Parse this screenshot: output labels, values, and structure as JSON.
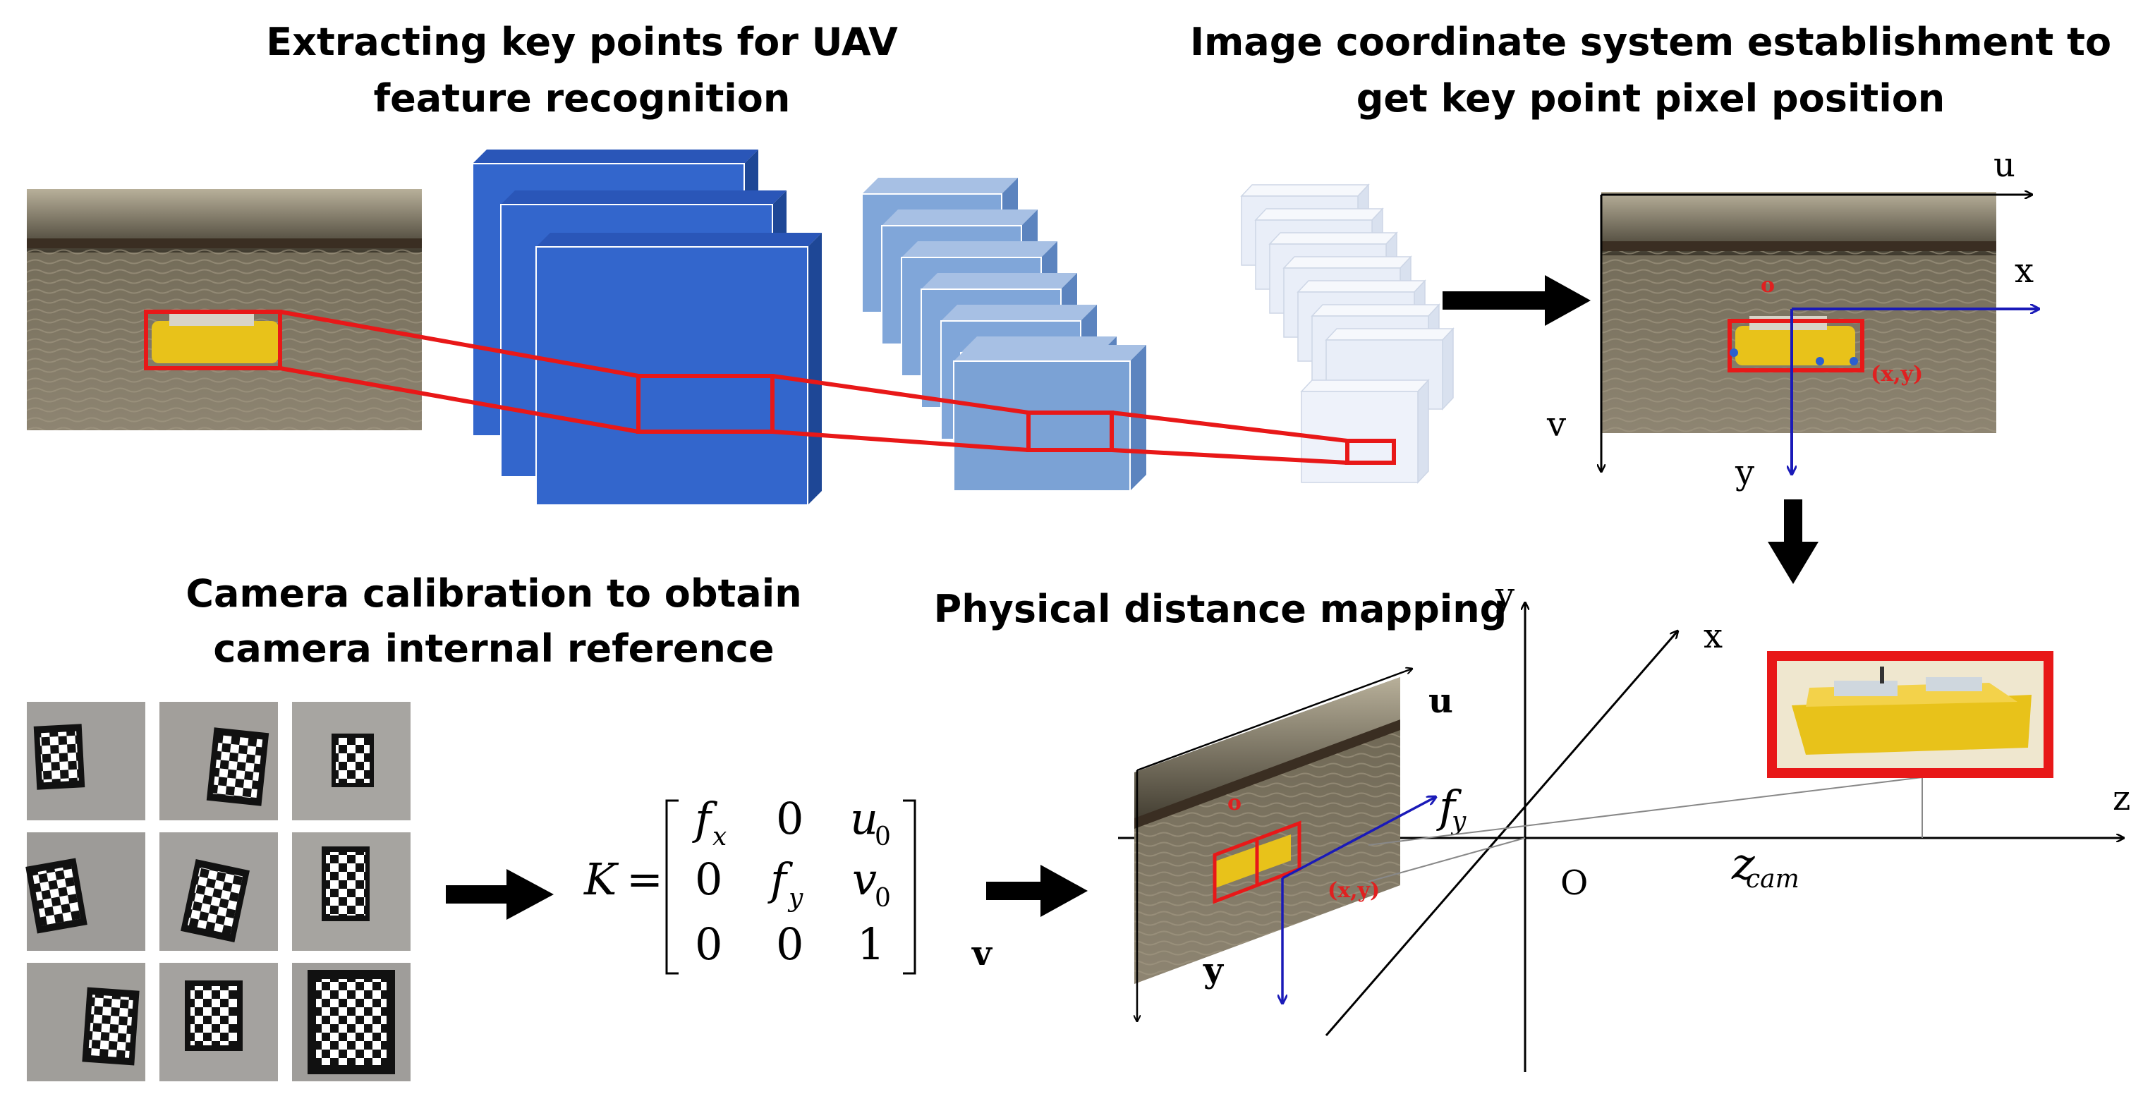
{
  "titles": {
    "extract_line1": "Extracting key points for UAV",
    "extract_line2": "feature recognition",
    "coord_line1": "Image coordinate system establishment to",
    "coord_line2": "get key point pixel position",
    "calib_line1": "Camera calibration to obtain",
    "calib_line2": "camera internal reference",
    "mapping": "Physical distance mapping"
  },
  "image_axes": {
    "u": "u",
    "v": "v",
    "x": "x",
    "y": "y",
    "origin": "o",
    "keypoint": "(x,y)"
  },
  "world_axes": {
    "x": "x",
    "y": "y",
    "z": "z",
    "origin": "O",
    "z_cam_main": "z",
    "z_cam_sub": "cam",
    "u": "u",
    "v": "v",
    "y_img": "y",
    "fy_main": "f",
    "fy_sub": "y",
    "keypoint": "(x,y)",
    "origin_small": "o"
  },
  "matrix": {
    "lhs": "K",
    "eq": "=",
    "r1c1_main": "f",
    "r1c1_sub": "x",
    "r1c2": "0",
    "r1c3_main": "u",
    "r1c3_sub": "0",
    "r2c1": "0",
    "r2c2_main": "f",
    "r2c2_sub": "y",
    "r2c3_main": "v",
    "r2c3_sub": "0",
    "r3c1": "0",
    "r3c2": "0",
    "r3c3": "1"
  },
  "colors": {
    "cnn_dark": "#3366cc",
    "cnn_mid": "#7fa6d8",
    "cnn_light": "#e8eef8",
    "highlight_red": "#e81818",
    "axis_blue": "#1a1ab8",
    "boat_yellow": "#e8c21a",
    "water": "#7d7260"
  }
}
